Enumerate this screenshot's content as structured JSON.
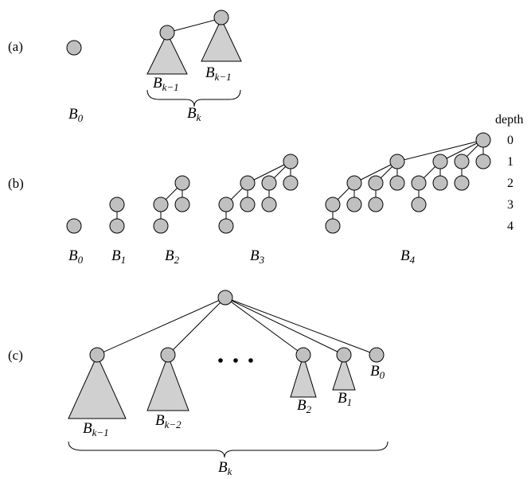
{
  "panels": {
    "a": "(a)",
    "b": "(b)",
    "c": "(c)"
  },
  "part_a": {
    "b0": {
      "main": "B",
      "sub": "0"
    },
    "left_subtree": {
      "main": "B",
      "sub": "k−1"
    },
    "right_subtree": {
      "main": "B",
      "sub": "k−1"
    },
    "combined": {
      "main": "B",
      "sub": "k"
    }
  },
  "part_b": {
    "trees": [
      {
        "main": "B",
        "sub": "0"
      },
      {
        "main": "B",
        "sub": "1"
      },
      {
        "main": "B",
        "sub": "2"
      },
      {
        "main": "B",
        "sub": "3"
      },
      {
        "main": "B",
        "sub": "4"
      }
    ],
    "depth_header": "depth",
    "depths": [
      "0",
      "1",
      "2",
      "3",
      "4"
    ]
  },
  "part_c": {
    "subtrees": [
      {
        "main": "B",
        "sub": "k−1"
      },
      {
        "main": "B",
        "sub": "k−2"
      },
      {
        "main": "B",
        "sub": "2"
      },
      {
        "main": "B",
        "sub": "1"
      },
      {
        "main": "B",
        "sub": "0"
      }
    ],
    "whole": {
      "main": "B",
      "sub": "k"
    }
  },
  "colors": {
    "node_fill": "#c0c0c0",
    "triangle_fill": "#d0d0d0",
    "stroke": "#000000"
  }
}
